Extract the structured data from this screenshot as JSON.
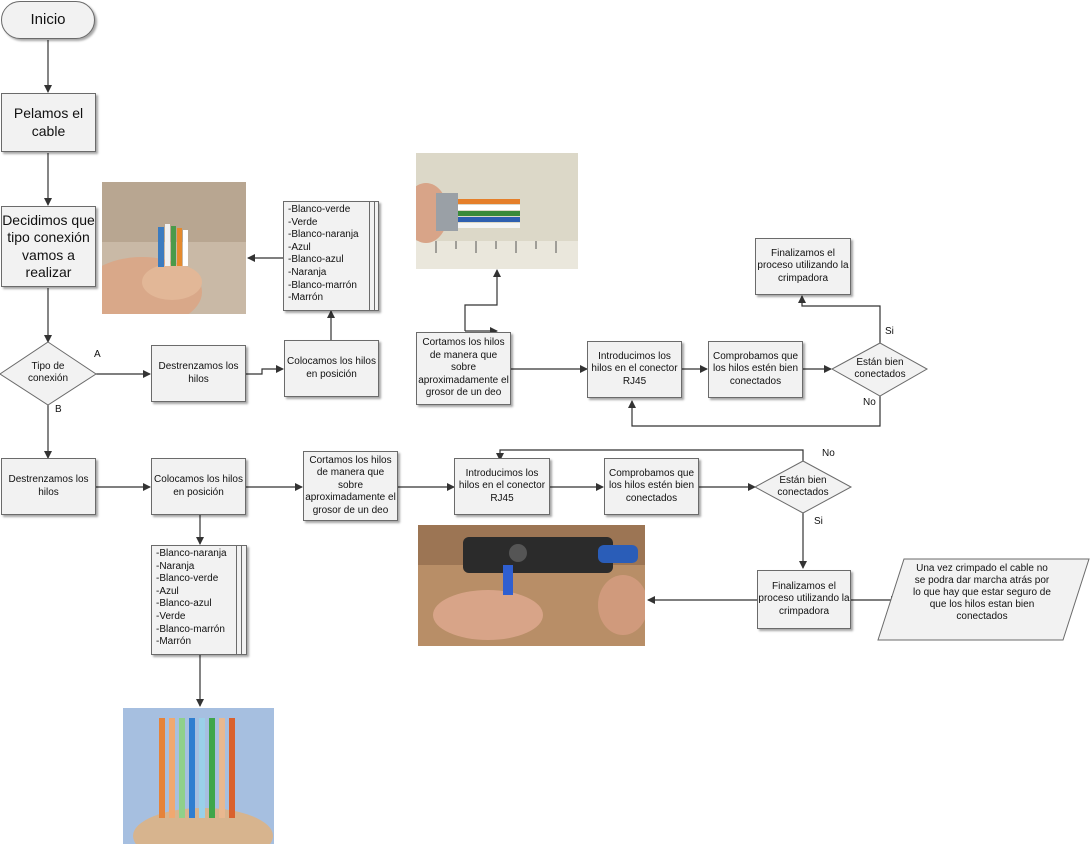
{
  "start": "Inicio",
  "step_pelamos": "Pelamos el cable",
  "step_decidimos": "Decidimos que tipo conexión vamos a realizar",
  "decision_tipo": "Tipo de conexión",
  "branch_a": "A",
  "branch_b": "B",
  "a_destrenzamos": "Destrenzamos los hilos",
  "a_colocamos": "Colocamos los hilos en posición",
  "a_order": [
    "-Blanco-verde",
    "-Verde",
    "-Blanco-naranja",
    "-Azul",
    "-Blanco-azul",
    "-Naranja",
    "-Blanco-marrón",
    "-Marrón"
  ],
  "a_cortamos": "Cortamos los hilos de manera que sobre aproximadamente el grosor de un deo",
  "a_introducimos": "Introducimos los hilos en el conector RJ45",
  "a_comprobamos": "Comprobamos que los hilos estén bien conectados",
  "a_decision": "Están bien conectados",
  "a_si": "Si",
  "a_no": "No",
  "a_finalizamos": "Finalizamos el proceso utilizando la crimpadora",
  "b_destrenzamos": "Destrenzamos los hilos",
  "b_colocamos": "Colocamos los hilos en posición",
  "b_order": [
    "-Blanco-naranja",
    "-Naranja",
    "-Blanco-verde",
    "-Azul",
    "-Blanco-azul",
    "-Verde",
    "-Blanco-marrón",
    "-Marrón"
  ],
  "b_cortamos": "Cortamos los hilos de manera que sobre aproximadamente el grosor de un deo",
  "b_introducimos": "Introducimos los hilos en el conector RJ45",
  "b_comprobamos": "Comprobamos que los hilos estén bien conectados",
  "b_decision": "Están bien conectados",
  "b_no": "No",
  "b_si": "Si",
  "b_finalizamos": "Finalizamos el proceso utilizando la crimpadora",
  "b_note": "Una vez crimpado el cable no se podra dar marcha atrás por lo que hay que estar seguro de que los hilos estan bien conectados",
  "colors": {
    "box_fill": "#f2f2f2",
    "box_border": "#6b6b6b",
    "arrow": "#333333"
  }
}
